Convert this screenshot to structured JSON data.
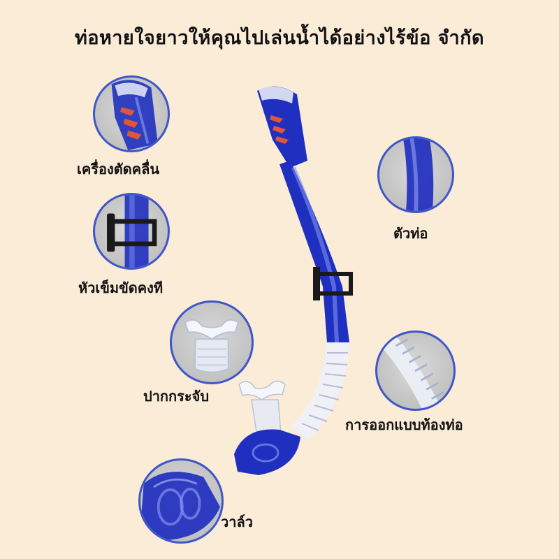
{
  "headline": "ท่อหายใจยาวให้คุณไปเล่นน้ำได้อย่างไร้ข้อ จำกัด",
  "callouts": {
    "splash_guard": "เครื่องตัดคลื่น",
    "clip": "หัวเข็มขัดคงที",
    "tube": "ตัวท่อ",
    "mouthpiece": "ปากกระจับ",
    "bottom_design": "การออกแบบท้องท่อ",
    "valve": "วาล์ว"
  },
  "colors": {
    "background": "#fbecd8",
    "circle_border": "#3f56c8",
    "tube_blue": "#1f2fbf",
    "accent_red": "#e0563a"
  },
  "icons": {
    "circle_splash_guard": "snorkel-top-icon",
    "circle_clip": "clip-icon",
    "circle_tube": "tube-icon",
    "circle_mouthpiece": "mouthpiece-icon",
    "circle_bottom": "corrugated-hose-icon",
    "circle_valve": "purge-valve-icon"
  }
}
